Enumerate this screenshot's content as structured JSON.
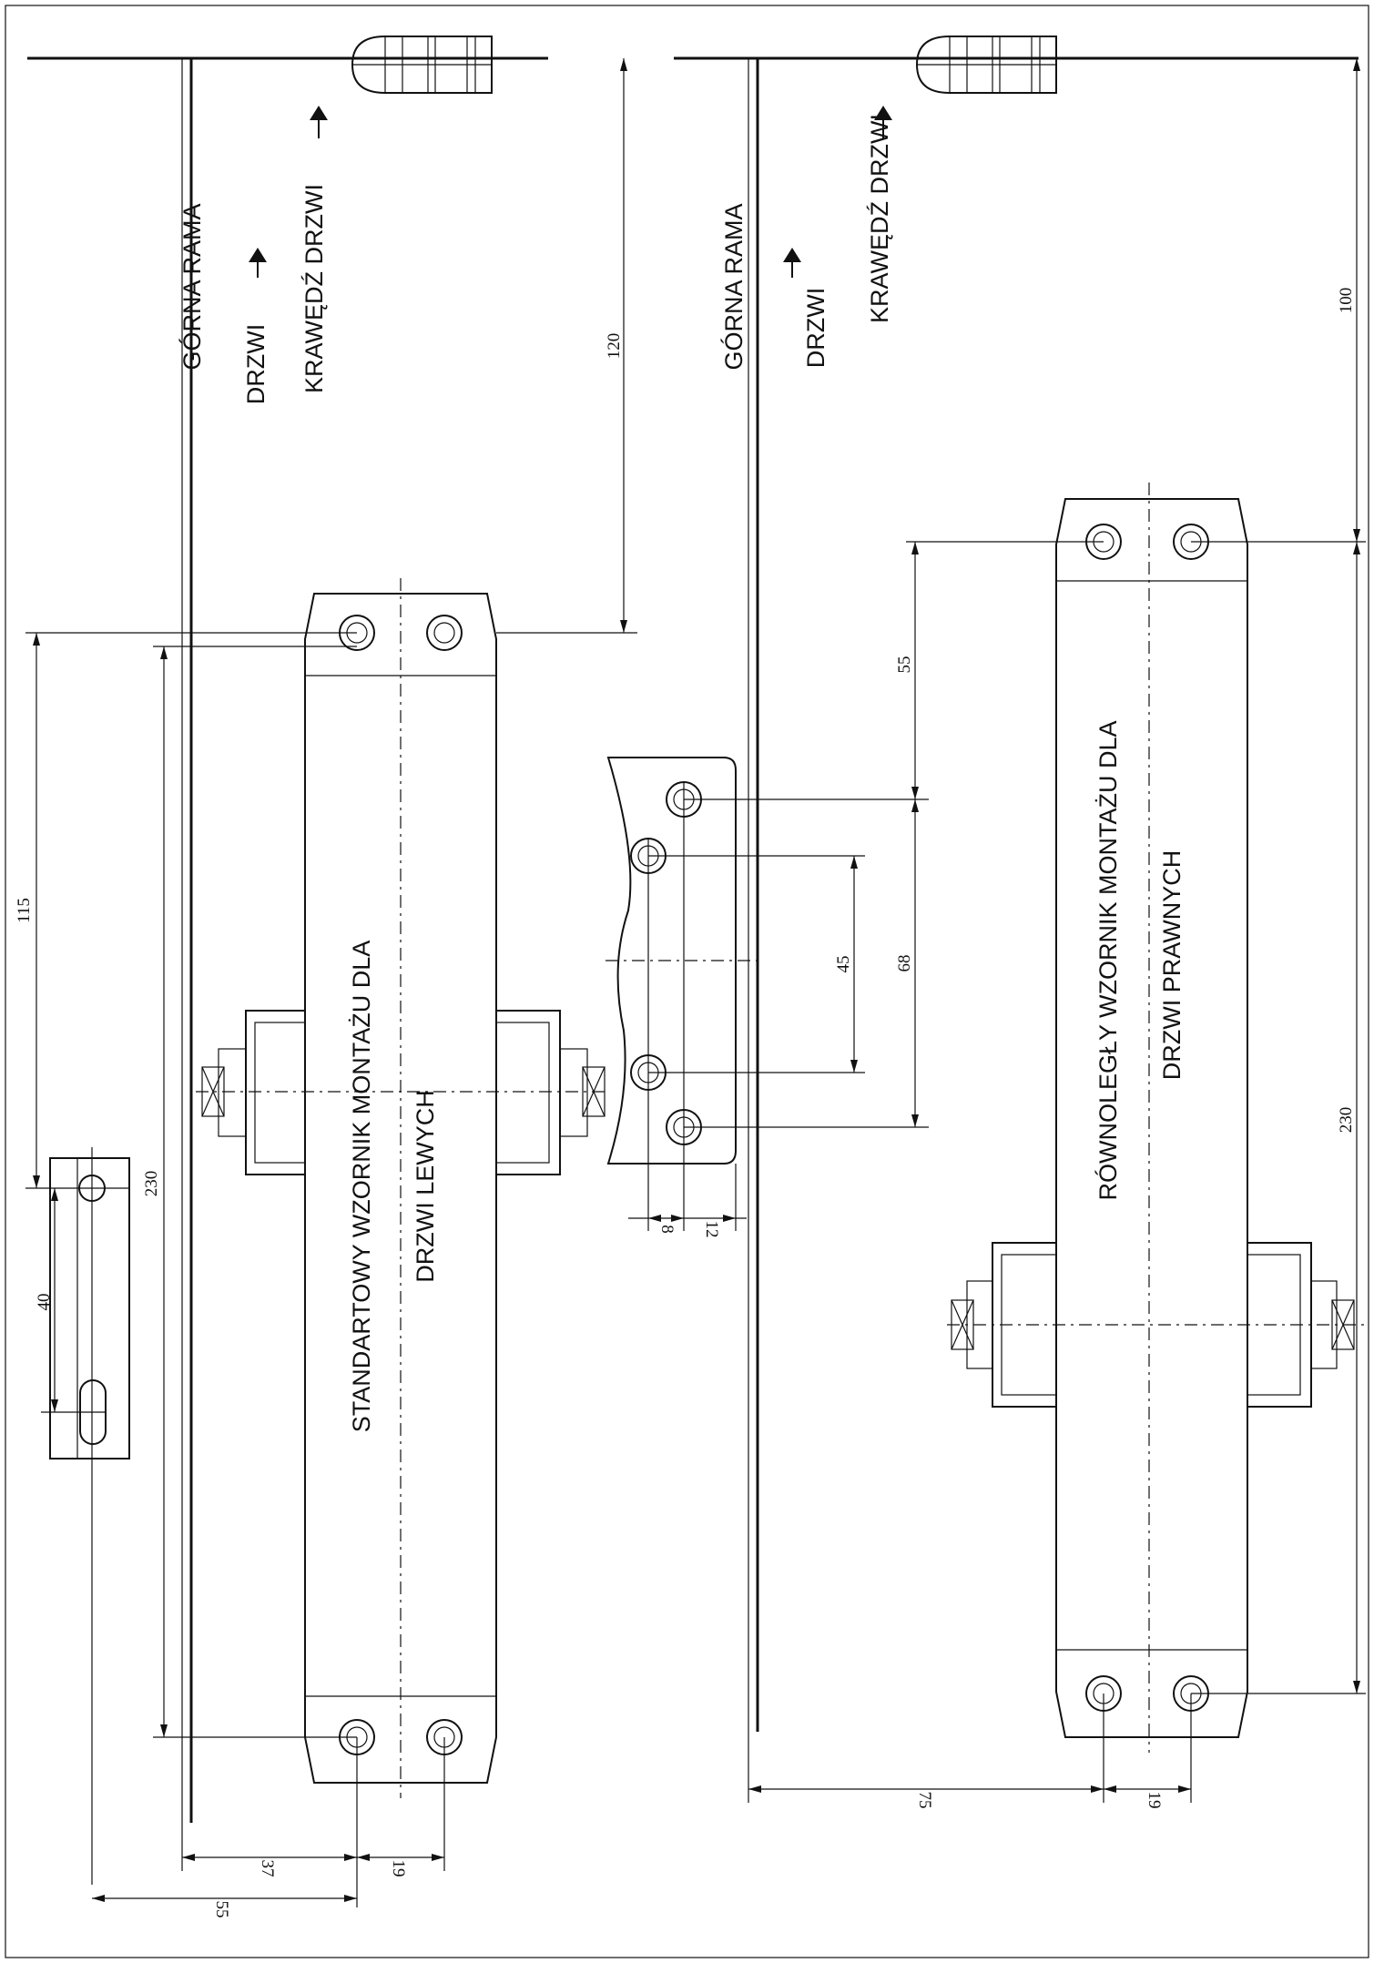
{
  "labels": {
    "frame_top": "GÓRNA RAMA",
    "door": "DRZWI",
    "door_edge": "KRAWĘDŹ DRZWI",
    "template_left_l1": "STANDARTOWY WZORNIK MONTAŻU DLA",
    "template_left_l2": "DRZWI LEWYCH",
    "template_right_l1": "RÓWNOLEGŁY WZORNIK MONTAŻU DLA",
    "template_right_l2": "DRZWI PRAWNYCH"
  },
  "dimensions": {
    "d120": "120",
    "d115": "115",
    "d230_left": "230",
    "d40": "40",
    "d37": "37",
    "d19_left": "19",
    "d55_bottom": "55",
    "d100": "100",
    "d55_right": "55",
    "d68": "68",
    "d45": "45",
    "d8": "8",
    "d12": "12",
    "d230_right": "230",
    "d75": "75",
    "d19_right": "19"
  }
}
